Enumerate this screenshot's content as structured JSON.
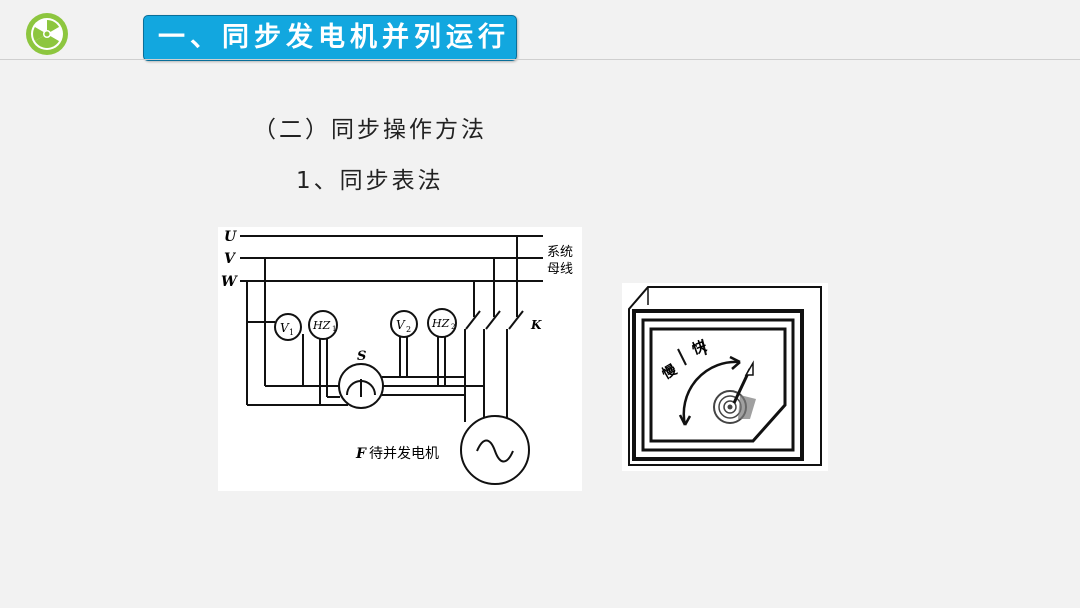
{
  "header": {
    "title": "一、同步发电机并列运行",
    "logo_icon": "radiation-icon",
    "logo_color": "#8dc63f",
    "title_bg": "#12a7df"
  },
  "section": {
    "subtitle": "（二）同步操作方法",
    "step": "1、同步表法"
  },
  "circuit": {
    "bus_labels": [
      "U",
      "V",
      "W"
    ],
    "bus_note_line1": "系统",
    "bus_note_line2": "母线",
    "voltmeter1": "V",
    "voltmeter1_sub": "1",
    "freqmeter1": "HZ",
    "freqmeter1_sub": "1",
    "voltmeter2": "V",
    "voltmeter2_sub": "2",
    "freqmeter2": "HZ",
    "freqmeter2_sub": "2",
    "sync_meter_label": "S",
    "switch_label": "K",
    "generator_symbol": "F",
    "generator_text": "待并发电机"
  },
  "synchroscope": {
    "slow_label": "慢",
    "fast_label": "快"
  }
}
